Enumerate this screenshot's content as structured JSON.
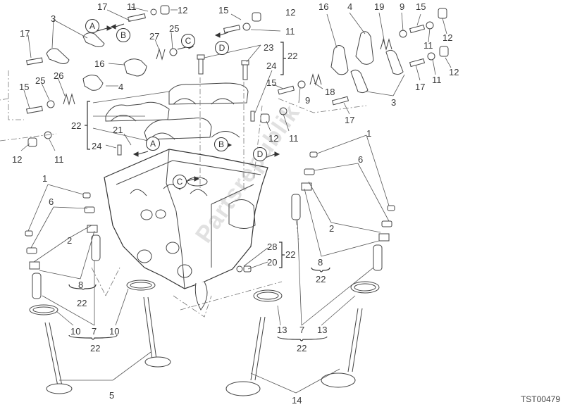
{
  "diagram": {
    "title": "Cylinder head exploded parts diagram",
    "reference_code": "TST00479",
    "watermark": "Partsrepublik",
    "direction_markers": [
      "A",
      "B",
      "C",
      "D"
    ],
    "callouts": [
      {
        "id": "c-17a",
        "text": "17"
      },
      {
        "id": "c-11a",
        "text": "11"
      },
      {
        "id": "c-12a",
        "text": "12"
      },
      {
        "id": "c-3a",
        "text": "3"
      },
      {
        "id": "c-17b",
        "text": "17"
      },
      {
        "id": "c-27",
        "text": "27"
      },
      {
        "id": "c-25a",
        "text": "25"
      },
      {
        "id": "c-16a",
        "text": "16"
      },
      {
        "id": "c-25b",
        "text": "25"
      },
      {
        "id": "c-26",
        "text": "26"
      },
      {
        "id": "c-15a",
        "text": "15"
      },
      {
        "id": "c-4a",
        "text": "4"
      },
      {
        "id": "c-12b",
        "text": "12"
      },
      {
        "id": "c-11b",
        "text": "11"
      },
      {
        "id": "c-22a",
        "text": "22"
      },
      {
        "id": "c-21",
        "text": "21"
      },
      {
        "id": "c-24a",
        "text": "24"
      },
      {
        "id": "c-15b",
        "text": "15"
      },
      {
        "id": "c-12c",
        "text": "12"
      },
      {
        "id": "c-11c",
        "text": "11"
      },
      {
        "id": "c-23",
        "text": "23"
      },
      {
        "id": "c-22b",
        "text": "22"
      },
      {
        "id": "c-24b",
        "text": "24"
      },
      {
        "id": "c-15c",
        "text": "15"
      },
      {
        "id": "c-9a",
        "text": "9"
      },
      {
        "id": "c-18",
        "text": "18"
      },
      {
        "id": "c-12d",
        "text": "12"
      },
      {
        "id": "c-11d",
        "text": "11"
      },
      {
        "id": "c-16b",
        "text": "16"
      },
      {
        "id": "c-4b",
        "text": "4"
      },
      {
        "id": "c-19",
        "text": "19"
      },
      {
        "id": "c-9b",
        "text": "9"
      },
      {
        "id": "c-15d",
        "text": "15"
      },
      {
        "id": "c-11e",
        "text": "11"
      },
      {
        "id": "c-12e",
        "text": "12"
      },
      {
        "id": "c-11f",
        "text": "11"
      },
      {
        "id": "c-12f",
        "text": "12"
      },
      {
        "id": "c-17c",
        "text": "17"
      },
      {
        "id": "c-3b",
        "text": "3"
      },
      {
        "id": "c-17d",
        "text": "17"
      },
      {
        "id": "c-1a",
        "text": "1"
      },
      {
        "id": "c-6a",
        "text": "6"
      },
      {
        "id": "c-2a",
        "text": "2"
      },
      {
        "id": "c-8a",
        "text": "8"
      },
      {
        "id": "c-22c",
        "text": "22"
      },
      {
        "id": "c-10a",
        "text": "10"
      },
      {
        "id": "c-7a",
        "text": "7"
      },
      {
        "id": "c-10b",
        "text": "10"
      },
      {
        "id": "c-22d",
        "text": "22"
      },
      {
        "id": "c-5",
        "text": "5"
      },
      {
        "id": "c-1b",
        "text": "1"
      },
      {
        "id": "c-6b",
        "text": "6"
      },
      {
        "id": "c-2b",
        "text": "2"
      },
      {
        "id": "c-8b",
        "text": "8"
      },
      {
        "id": "c-22e",
        "text": "22"
      },
      {
        "id": "c-28",
        "text": "28"
      },
      {
        "id": "c-20",
        "text": "20"
      },
      {
        "id": "c-22f",
        "text": "22"
      },
      {
        "id": "c-13a",
        "text": "13"
      },
      {
        "id": "c-7b",
        "text": "7"
      },
      {
        "id": "c-13b",
        "text": "13"
      },
      {
        "id": "c-22g",
        "text": "22"
      },
      {
        "id": "c-14",
        "text": "14"
      }
    ]
  }
}
